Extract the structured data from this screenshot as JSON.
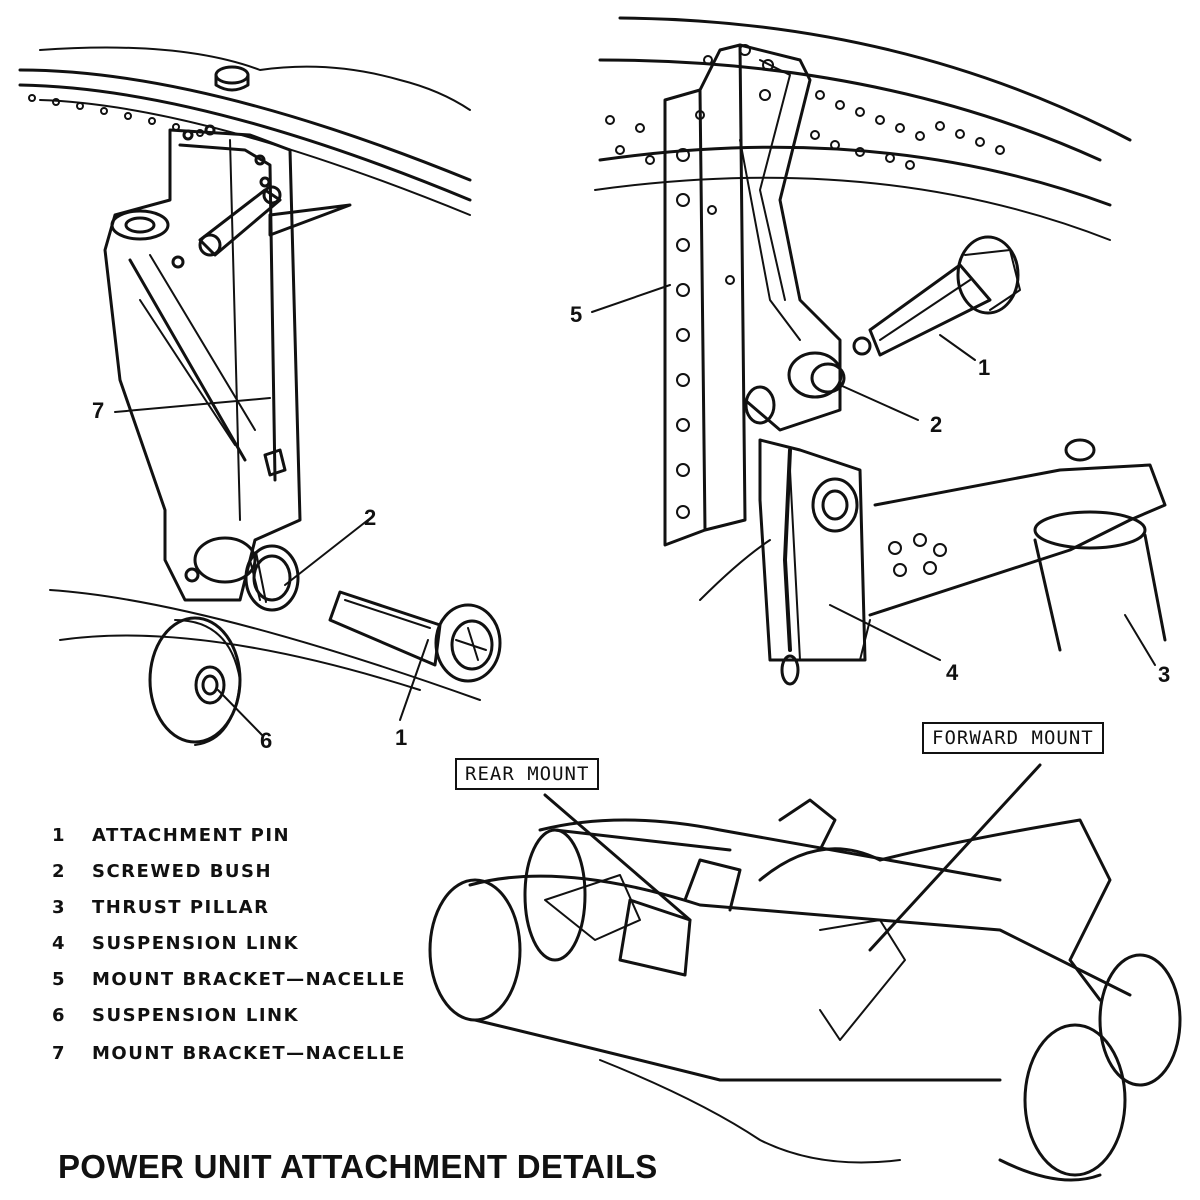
{
  "title": "POWER UNIT ATTACHMENT DETAILS",
  "legend": [
    {
      "num": "1",
      "text": "ATTACHMENT PIN"
    },
    {
      "num": "2",
      "text": "SCREWED BUSH"
    },
    {
      "num": "3",
      "text": "THRUST PILLAR"
    },
    {
      "num": "4",
      "text": "SUSPENSION LINK"
    },
    {
      "num": "5",
      "text": "MOUNT BRACKET—NACELLE"
    },
    {
      "num": "6",
      "text": "SUSPENSION LINK"
    },
    {
      "num": "7",
      "text": "MOUNT BRACKET—NACELLE"
    }
  ],
  "callouts": {
    "left_7": "7",
    "left_2": "2",
    "left_1": "1",
    "left_6": "6",
    "right_5": "5",
    "right_1": "1",
    "right_2": "2",
    "right_4": "4",
    "right_3": "3"
  },
  "labels": {
    "rear_mount": "REAR MOUNT",
    "forward_mount": "FORWARD MOUNT"
  }
}
